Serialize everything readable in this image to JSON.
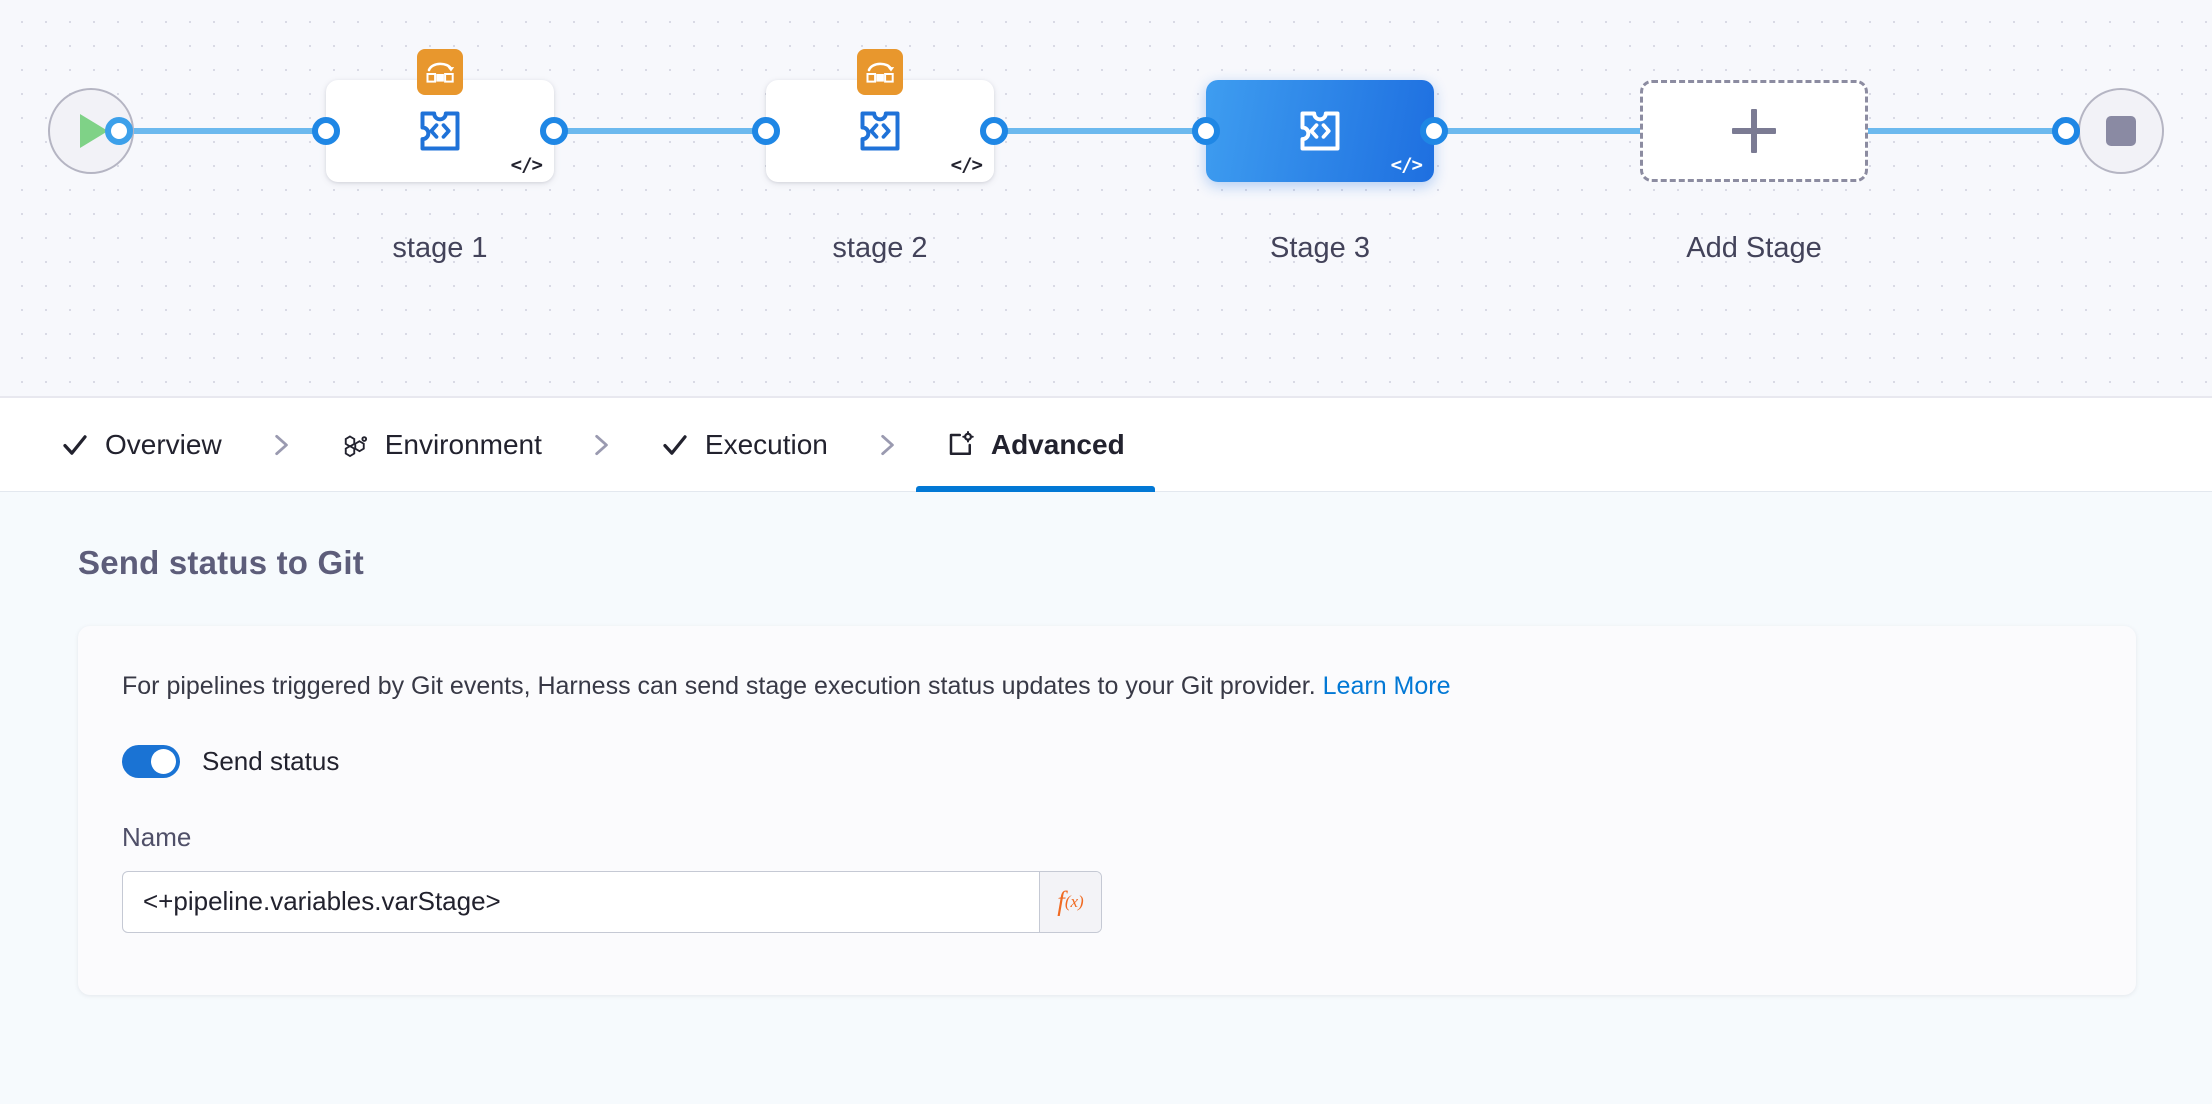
{
  "canvas": {
    "start_node": {
      "icon": "play-icon",
      "name": "pipeline-start"
    },
    "end_node": {
      "icon": "stop-icon",
      "name": "pipeline-end"
    },
    "stages": [
      {
        "label": "stage 1",
        "icon": "custom-stage-icon",
        "badge": "matrix-looping-icon",
        "code_mark": "</>",
        "selected": false
      },
      {
        "label": "stage 2",
        "icon": "custom-stage-icon",
        "badge": "matrix-looping-icon",
        "code_mark": "</>",
        "selected": false
      },
      {
        "label": "Stage 3",
        "icon": "custom-stage-icon",
        "badge": null,
        "code_mark": "</>",
        "selected": true
      }
    ],
    "add_stage": {
      "label": "Add Stage",
      "icon": "plus-icon"
    }
  },
  "tabs": [
    {
      "label": "Overview",
      "icon": "check-icon",
      "active": false
    },
    {
      "label": "Environment",
      "icon": "environment-icon",
      "active": false
    },
    {
      "label": "Execution",
      "icon": "check-icon",
      "active": false
    },
    {
      "label": "Advanced",
      "icon": "advanced-gear-icon",
      "active": true
    }
  ],
  "main": {
    "section_title": "Send status to Git",
    "description": "For pipelines triggered by Git events, Harness can send stage execution status updates to your Git provider.",
    "learn_more": "Learn More",
    "toggle": {
      "label": "Send status",
      "on": true
    },
    "name_field": {
      "label": "Name",
      "value": "<+pipeline.variables.varStage>",
      "placeholder": "",
      "expression_button": "fx"
    }
  },
  "colors": {
    "accent_blue": "#0278d5",
    "rail_blue": "#6cb9ee",
    "selected_stage_blue": "#1e6fe0",
    "matrix_orange": "#e8972d",
    "fx_orange": "#f06a22",
    "canvas_bg": "#f7f8fc",
    "panel_bg": "#f6fafd"
  }
}
